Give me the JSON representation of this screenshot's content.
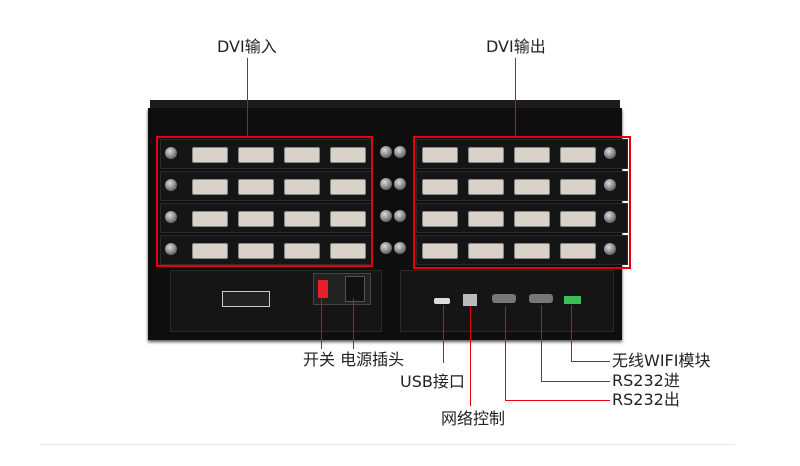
{
  "labels": {
    "dvi_input": "DVI输入",
    "dvi_output": "DVI输出",
    "power": "开关 电源插头",
    "usb": "USB接口",
    "network": "网络控制",
    "wifi": "无线WIFI模块",
    "rs232_in": "RS232进",
    "rs232_out": "RS232出"
  },
  "colors": {
    "callout": "#e60012",
    "chassis": "#0e0e0e",
    "switch": "#e8202a"
  }
}
